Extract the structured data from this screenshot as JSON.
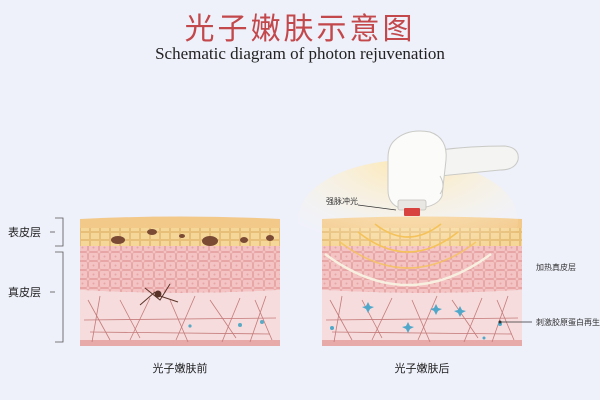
{
  "title": {
    "zh": "光子嫩肤示意图",
    "en": "Schematic diagram of photon rejuvenation"
  },
  "layers": {
    "epidermis": "表皮层",
    "dermis": "真皮层"
  },
  "panels": {
    "before": "光子嫩肤前",
    "after": "光子嫩肤后"
  },
  "annotations": {
    "pulsed_light": "强脉冲光",
    "heat_dermis": "加热真皮层",
    "collagen": "刺激胶原蛋白再生"
  },
  "colors": {
    "title": "#c2484b",
    "background": "#eef0fa",
    "epidermis": "#f6d79a",
    "dermis_cells": "#f4c4c4",
    "deep_dermis": "#f6dcdc",
    "fibers": "#c57b7b",
    "pigment": "#7a4a35",
    "glow": "#f5c25a"
  }
}
